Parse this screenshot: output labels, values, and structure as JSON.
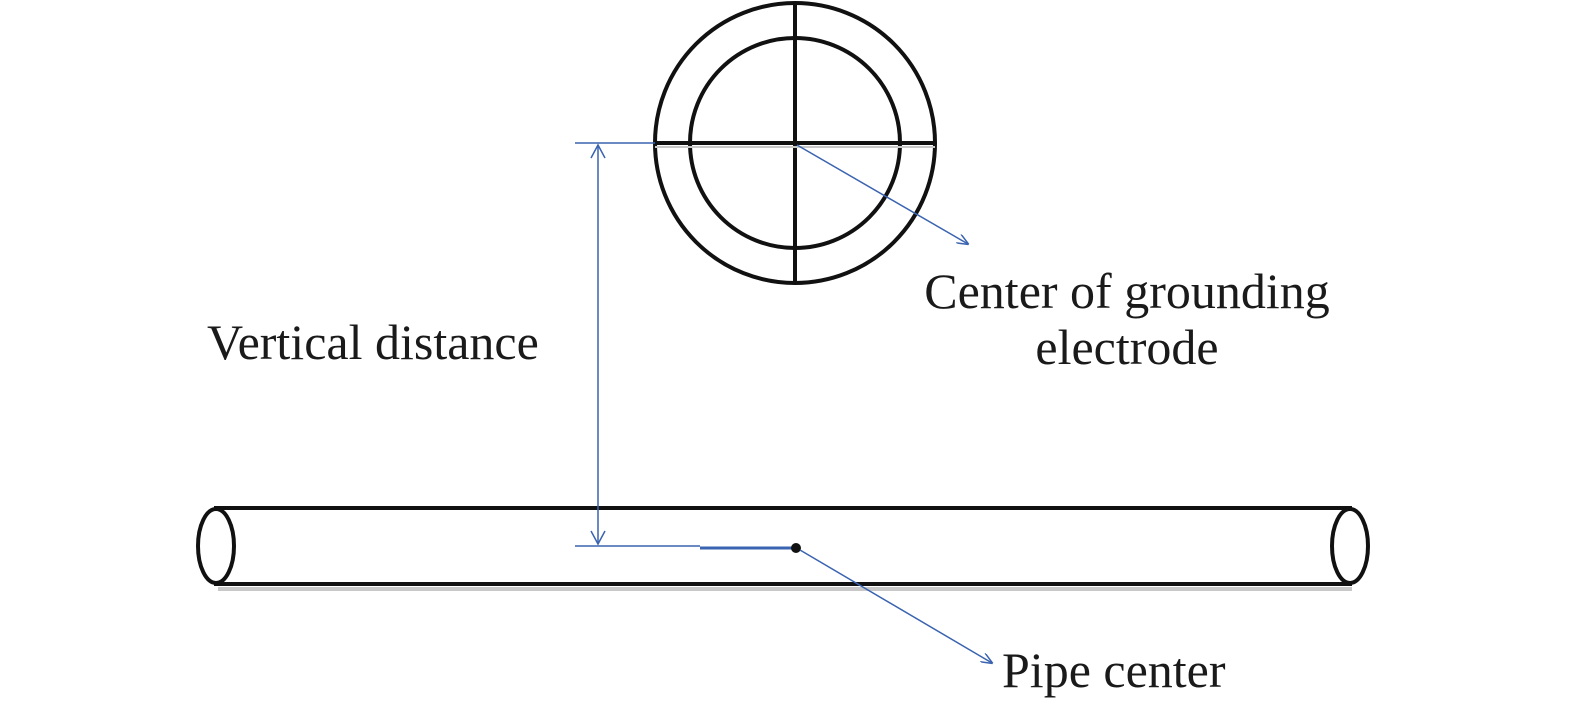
{
  "labels": {
    "vertical_distance": "Vertical distance",
    "electrode_center_line1": "Center of grounding",
    "electrode_center_line2": "electrode",
    "pipe_center": "Pipe center"
  },
  "colors": {
    "outline": "#111111",
    "annotation": "#3a63b0",
    "pipe_shadow": "#c8c8c8"
  }
}
